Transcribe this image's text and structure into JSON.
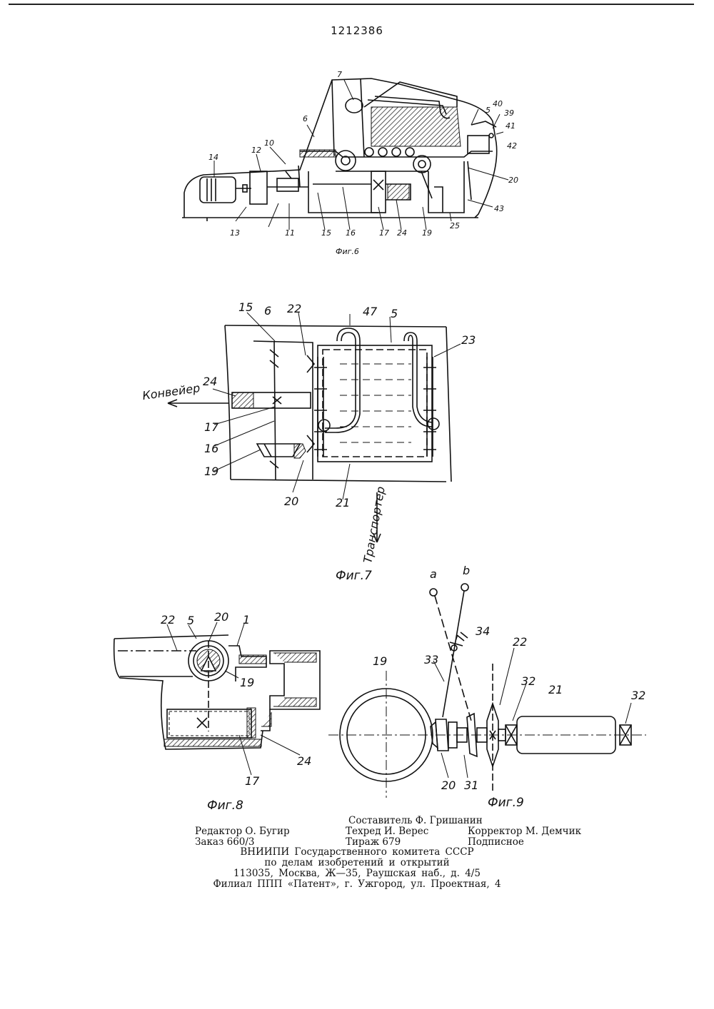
{
  "header": {
    "patent_number": "1212386"
  },
  "figures": [
    {
      "id": "fig6",
      "caption": "Фиг.6",
      "labels": [
        "7",
        "6",
        "5",
        "40",
        "39",
        "41",
        "42",
        "10",
        "12",
        "14",
        "20",
        "43",
        "13",
        "11",
        "15",
        "16",
        "17",
        "24",
        "19",
        "25"
      ]
    },
    {
      "id": "fig7",
      "caption": "Фиг.7",
      "labels": [
        "15",
        "6",
        "22",
        "47",
        "5",
        "23",
        "24",
        "17",
        "16",
        "19",
        "20",
        "21"
      ],
      "arrows": {
        "left": "Конвейер",
        "down": "Транспортер"
      }
    },
    {
      "id": "fig8",
      "caption": "Фиг.8",
      "labels": [
        "22",
        "5",
        "20",
        "1",
        "19",
        "17",
        "24"
      ]
    },
    {
      "id": "fig9",
      "caption": "Фиг.9",
      "labels": [
        "a",
        "b",
        "34",
        "22",
        "19",
        "33",
        "32",
        "21",
        "32",
        "20",
        "31"
      ]
    }
  ],
  "imprint": {
    "compiler": "Составитель Ф. Гришанин",
    "editor": "Редактор О. Бугир",
    "techred": "Техред И. Верес",
    "corrector": "Корректор М. Демчик",
    "order": "Заказ 660/3",
    "circulation": "Тираж 679",
    "subscription": "Подписное",
    "org_line1": "ВНИИПИ Государственного комитета СССР",
    "org_line2": "по делам изобретений и открытий",
    "org_line3": "113035, Москва, Ж—35, Раушская наб., д. 4/5",
    "org_line4": "Филиал ППП «Патент», г. Ужгород, ул. Проектная, 4"
  }
}
